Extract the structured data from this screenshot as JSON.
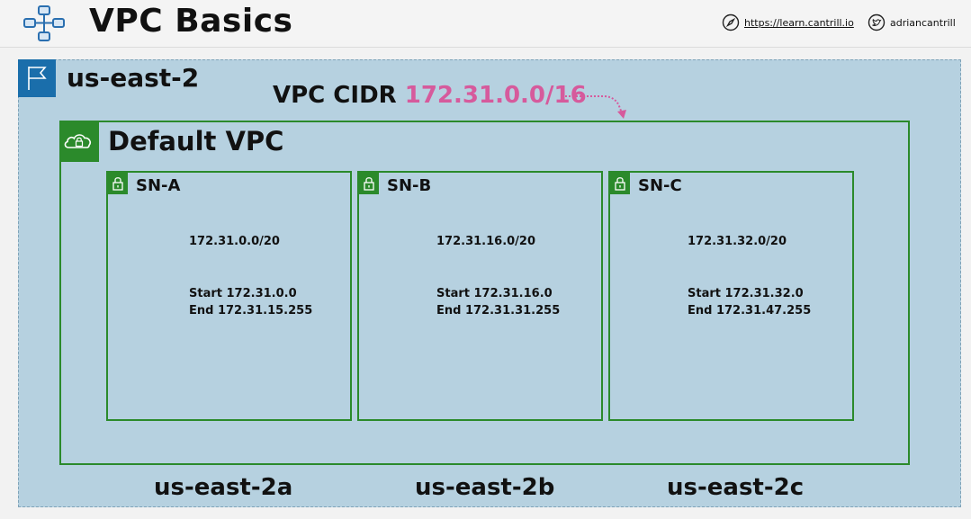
{
  "header": {
    "title": "VPC Basics",
    "site_link": "https://learn.cantrill.io",
    "twitter_handle": "adriancantrill"
  },
  "region": {
    "label": "us-east-2"
  },
  "vpc_cidr": {
    "prefix": "VPC CIDR",
    "value": "172.31.0.0/16"
  },
  "vpc": {
    "label": "Default VPC"
  },
  "subnets": [
    {
      "name": "SN-A",
      "cidr": "172.31.0.0/20",
      "start": "Start 172.31.0.0",
      "end": "End 172.31.15.255"
    },
    {
      "name": "SN-B",
      "cidr": "172.31.16.0/20",
      "start": "Start 172.31.16.0",
      "end": "End 172.31.31.255"
    },
    {
      "name": "SN-C",
      "cidr": "172.31.32.0/20",
      "start": "Start 172.31.32.0",
      "end": "End 172.31.47.255"
    }
  ],
  "availability_zones": [
    "us-east-2a",
    "us-east-2b",
    "us-east-2c"
  ],
  "colors": {
    "region_bg": "#b6d1e0",
    "region_icon": "#1a6eab",
    "vpc_green": "#2b8a2b",
    "cidr_pink": "#d65a9c"
  },
  "icons": {
    "logo": "network-nodes-icon",
    "site": "compass-icon",
    "twitter": "twitter-icon",
    "region": "flag-icon",
    "vpc": "cloud-lock-icon",
    "subnet": "padlock-icon"
  }
}
